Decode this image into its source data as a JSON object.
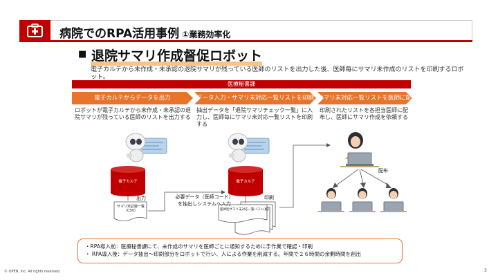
{
  "header": {
    "title": "病院でのRPA活用事例",
    "subtitle": "①業務効率化",
    "icon": "first-aid-kit-icon"
  },
  "section": {
    "bullet": "■",
    "title": "退院サマリ作成督促ロボット",
    "description": "電子カルテから未作成・未承認の退院サマリが残っている医師のリストを出力した後、医師毎にサマリ未作成のリストを印刷するロボット。"
  },
  "department": "医療秘書課",
  "steps": [
    {
      "label": "電子カルテからデータを出力",
      "description": "ロボットが電子カルテから未作成・未承認の退院サマリが残っている医師のリストを出力する"
    },
    {
      "label": "データ入力・サマリ未対応一覧リストを印刷",
      "description": "抽出データを「退院サマリチェック一覧」に入力し、医師毎にサマリ未対応一覧リストを印刷する"
    },
    {
      "label": "サマリ未対応一覧リストを医師に配布",
      "description": "印刷されたリストを各担当医師に配布し、医師にサマリ作成を依頼する"
    }
  ],
  "diagram": {
    "db1_label": "電子カルテ",
    "db2_label": "電子カルテ",
    "output_label": "出力",
    "doc1_label": "サマリ未記録一覧\n（CSV）",
    "middle_label_line1": "必要データ（医師コード）",
    "middle_label_line2": "を抽出しシステムへ入力",
    "print_label": "印刷",
    "doc2_label": "医師別サマリ未対応一覧リスト(紙)",
    "distribute_label": "配布"
  },
  "note": {
    "line1": "・RPA導入前：医療秘書課にて、未作成のサマリを医師ごとに通知するために手作業で確認・印刷",
    "line2": "・ RPA導入後：データ抽出～印刷部分をロボットで行い、人による作業を削減する。年間で２６時間の余剰時間を創出"
  },
  "footer": {
    "copyright": "© OPEN, Inc. All rights reserved.",
    "page": "3"
  },
  "colors": {
    "brand_red": "#c00000",
    "accent_orange": "#e8732a",
    "highlight": "#f6c48a"
  }
}
